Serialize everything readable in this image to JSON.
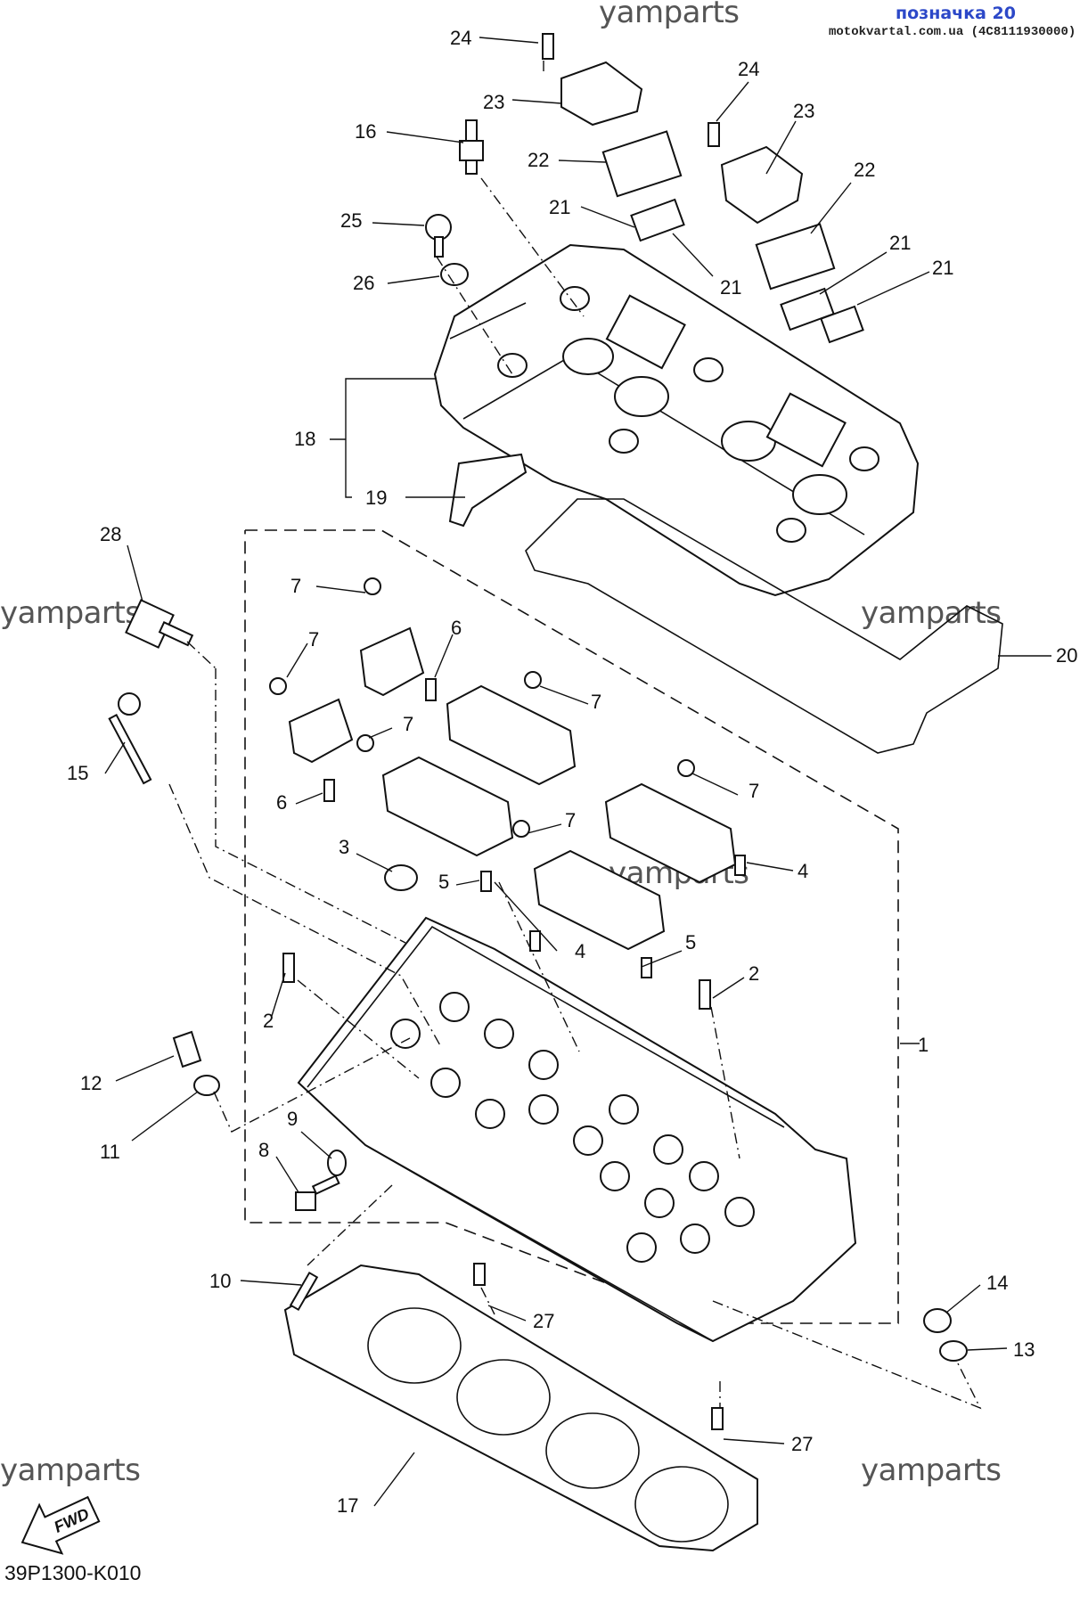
{
  "header": {
    "title": "позначка 20",
    "site": "motokvartal.com.ua (4C8111930000)"
  },
  "watermarks": [
    "yamparts",
    "yamparts",
    "yamparts",
    "yamparts",
    "yamparts"
  ],
  "diagram_code": "39P1300-K010",
  "fwd_label": "FWD",
  "callouts": [
    "24",
    "23",
    "24",
    "23",
    "16",
    "22",
    "22",
    "21",
    "21",
    "21",
    "21",
    "25",
    "26",
    "18",
    "19",
    "28",
    "20",
    "7",
    "6",
    "7",
    "7",
    "7",
    "7",
    "6",
    "15",
    "7",
    "3",
    "5",
    "4",
    "4",
    "5",
    "2",
    "2",
    "1",
    "12",
    "11",
    "9",
    "8",
    "10",
    "27",
    "27",
    "14",
    "13",
    "17"
  ]
}
